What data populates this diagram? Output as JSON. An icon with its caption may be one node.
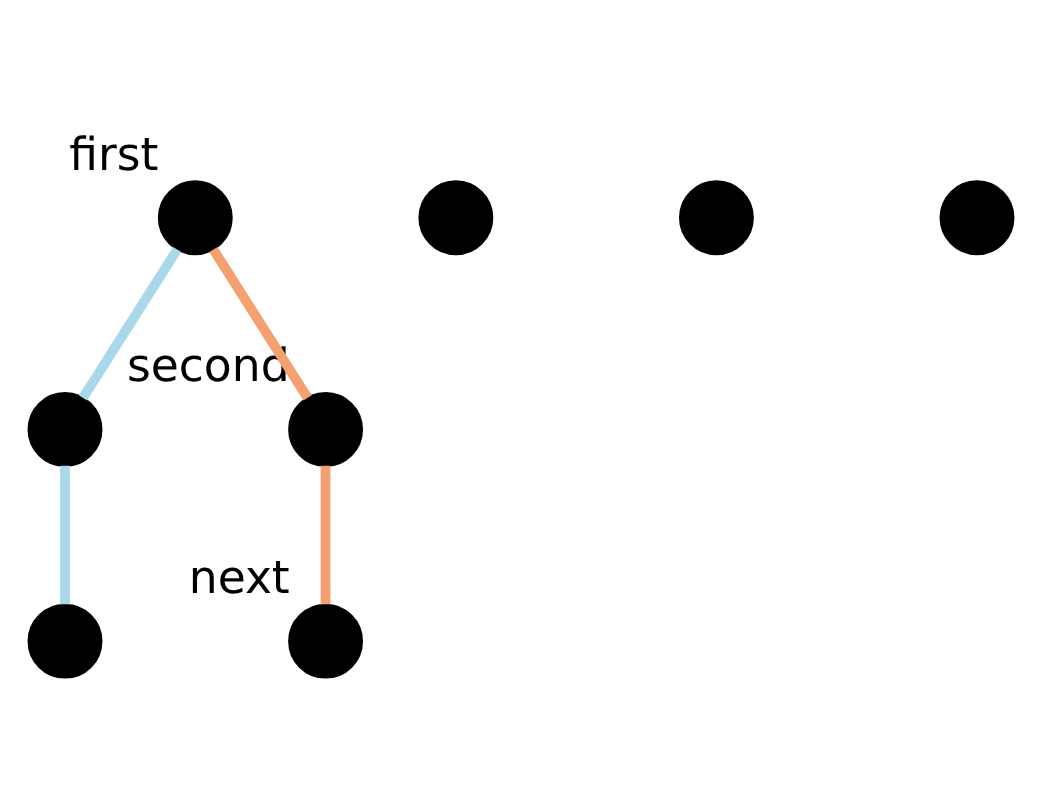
{
  "diagram": {
    "nodes": [
      {
        "text": [],
        "shape": "circle",
        "beside": [
          "first"
        ]
      },
      {
        "text": [],
        "shape": "circle"
      },
      {
        "text": [],
        "shape": "circle"
      },
      {
        "text": [],
        "shape": "circle",
        "beside": [
          "next"
        ]
      },
      {
        "text": [],
        "shape": "circle",
        "beside": [
          "second"
        ]
      },
      {
        "text": [],
        "shape": "circle"
      },
      {
        "text": [],
        "shape": "circle"
      },
      {
        "text": [],
        "shape": "circle"
      }
    ],
    "edges": [
      {
        "from": 0,
        "to": 4,
        "arrow": "none",
        "color": "#f4a070"
      },
      {
        "from": 4,
        "to": 3,
        "arrow": "none",
        "color": "#f4a070"
      },
      {
        "from": 0,
        "to": 1,
        "arrow": "none",
        "color": "#a8d8ea"
      },
      {
        "from": 1,
        "to": 7,
        "arrow": "none",
        "color": "#a8d8ea"
      }
    ]
  }
}
